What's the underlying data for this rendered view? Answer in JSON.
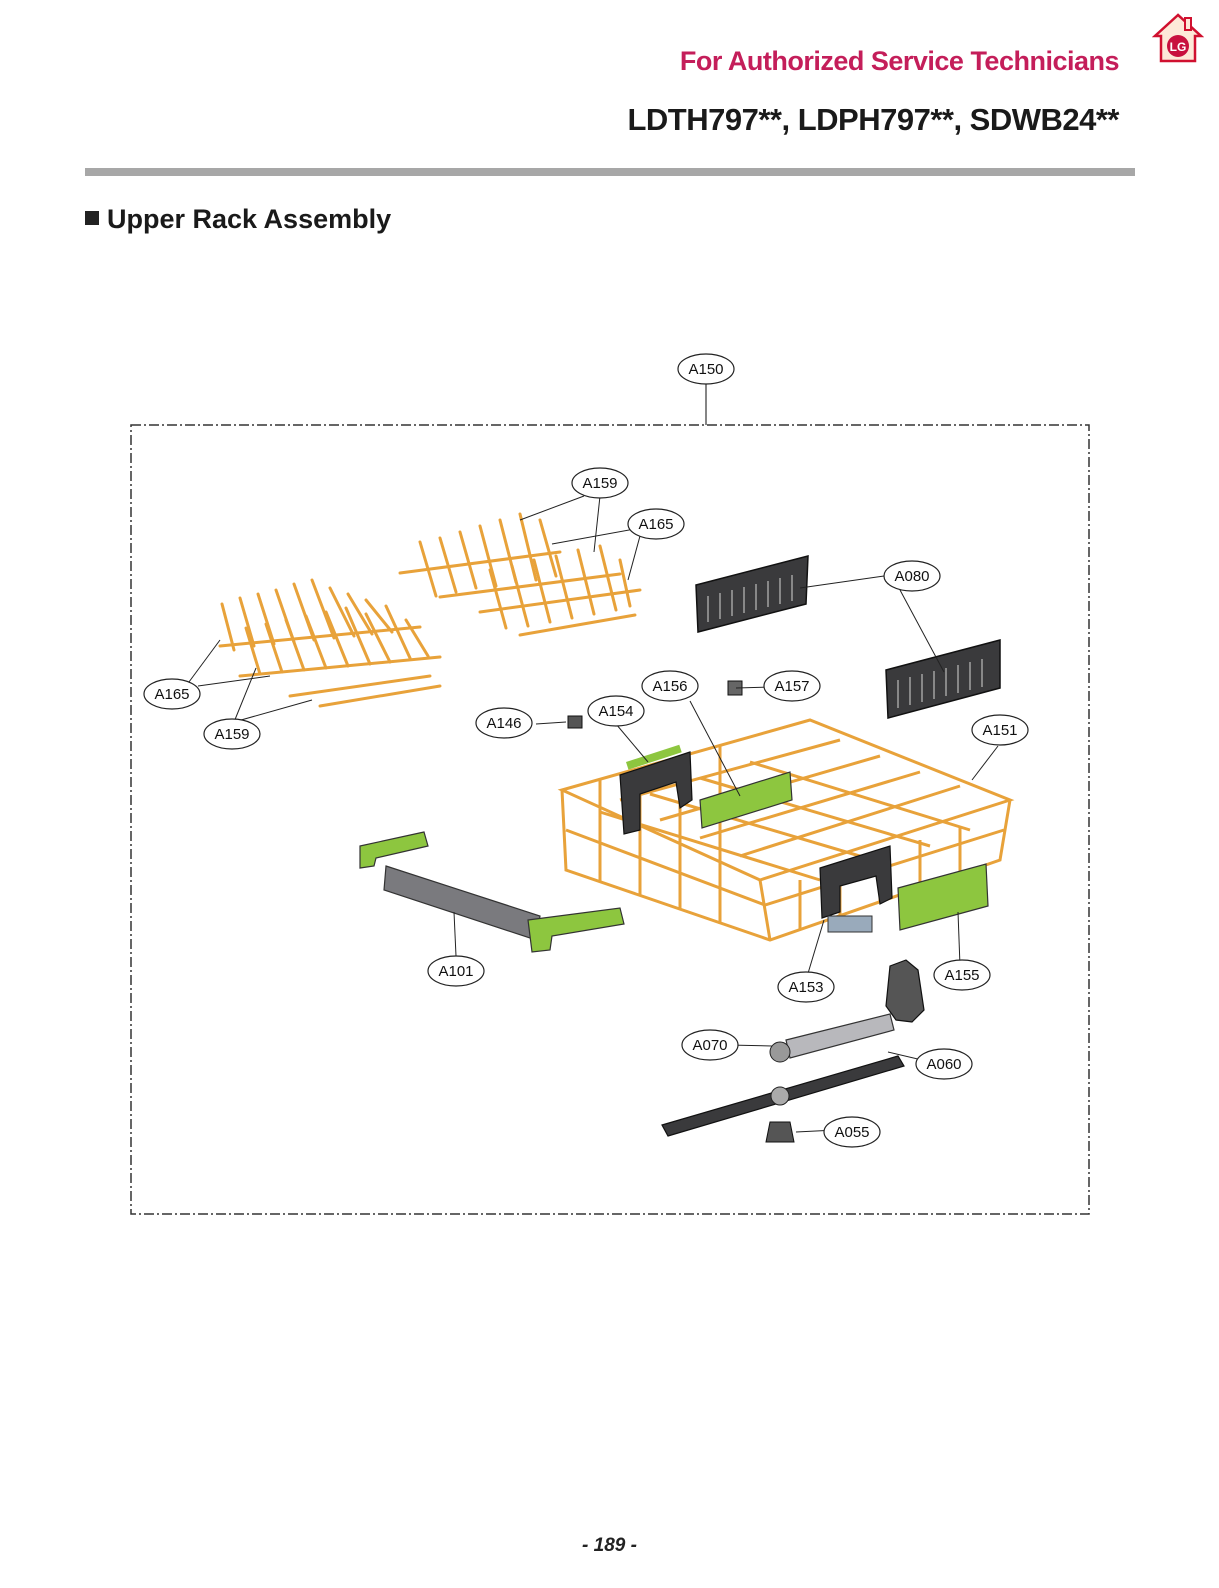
{
  "header": {
    "subtitle": "For Authorized Service Technicians",
    "models": "LDTH797**, LDPH797**, SDWB24**",
    "logo_icon": "lg-home-logo-icon"
  },
  "section": {
    "title": "Upper Rack Assembly",
    "bullet_icon": "square-bullet-icon"
  },
  "diagram": {
    "callouts": [
      "A150",
      "A159",
      "A165",
      "A080",
      "A165",
      "A159",
      "A156",
      "A157",
      "A146",
      "A154",
      "A151",
      "A101",
      "A153",
      "A155",
      "A070",
      "A060",
      "A055"
    ]
  },
  "footer": {
    "page_number": "- 189 -"
  },
  "colors": {
    "accent": "#c41e5a",
    "wire": "#e8a23a",
    "part_dark": "#3a3a3c",
    "part_green": "#8dc63f",
    "rule": "#a7a7a7"
  }
}
